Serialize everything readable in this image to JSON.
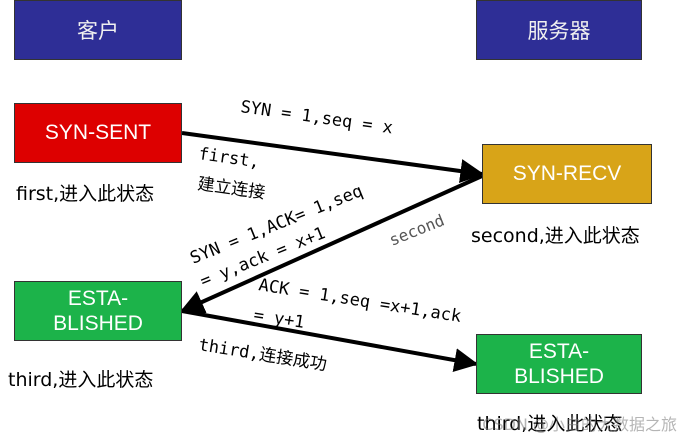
{
  "headers": {
    "client": "客户",
    "server": "服务器"
  },
  "states": {
    "syn_sent": "SYN-SENT",
    "syn_recv": "SYN-RECV",
    "client_established": "ESTA-\nBLISHED",
    "server_established": "ESTA-\nBLISHED"
  },
  "notes": {
    "first": "first,进入此状态",
    "second": "second,进入此状态",
    "third_client": "third,进入此状态",
    "third_server": "third,进入此状态"
  },
  "arrows": {
    "first": {
      "label_line1": "SYN = 1,seq = x",
      "label_line2": "first,",
      "label_line3": "建立连接"
    },
    "second": {
      "label_line1": "SYN = 1,ACK= 1,seq",
      "label_line2": "= y,ack = x+1",
      "label_tag": "second"
    },
    "third": {
      "label_line1": "ACK = 1,seq =x+1,ack",
      "label_line2": "= y+1",
      "label_line3": "third,连接成功"
    }
  },
  "watermark": "CSDN @小白的大数据之旅"
}
